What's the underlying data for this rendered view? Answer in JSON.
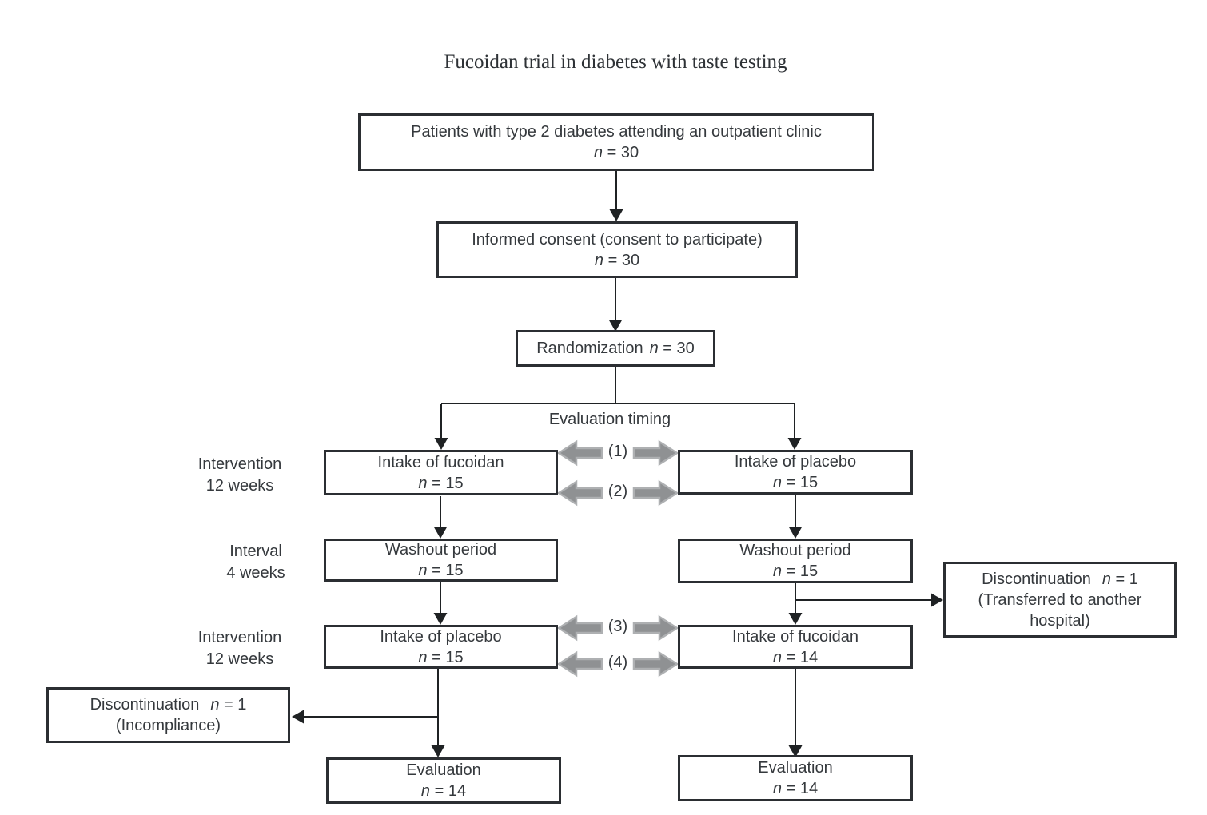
{
  "title": "Fucoidan trial in diabetes with taste testing",
  "labels": {
    "n": "n",
    "evaluation_timing": "Evaluation timing",
    "timing_markers": [
      "(1)",
      "(2)",
      "(3)",
      "(4)"
    ],
    "side": [
      {
        "line1": "Intervention",
        "line2": "12 weeks"
      },
      {
        "line1": "Interval",
        "line2": "4 weeks"
      },
      {
        "line1": "Intervention",
        "line2": "12 weeks"
      }
    ]
  },
  "boxes": {
    "patients": {
      "text": "Patients with type 2 diabetes attending an outpatient clinic",
      "n_eq": " = 30"
    },
    "consent": {
      "text": "Informed consent (consent to participate)",
      "n_eq": " = 30"
    },
    "randomization": {
      "text": "Randomization",
      "n_eq": " = 30"
    },
    "intake_fucoidan_1": {
      "text": "Intake of fucoidan",
      "n_eq": " = 15"
    },
    "intake_placebo_1": {
      "text": "Intake of placebo",
      "n_eq": " = 15"
    },
    "washout_left": {
      "text": "Washout period",
      "n_eq": " = 15"
    },
    "washout_right": {
      "text": "Washout period",
      "n_eq": " = 15"
    },
    "intake_placebo_2": {
      "text": "Intake of placebo",
      "n_eq": " = 15"
    },
    "intake_fucoidan_2": {
      "text": "Intake of fucoidan",
      "n_eq": " = 14"
    },
    "discontinuation_right": {
      "text": "Discontinuation",
      "n_eq": " = 1",
      "reason": "(Transferred to another hospital)"
    },
    "discontinuation_left": {
      "text": "Discontinuation",
      "n_eq": " = 1",
      "reason": "(Incompliance)"
    },
    "evaluation_left": {
      "text": "Evaluation",
      "n_eq": " = 14"
    },
    "evaluation_right": {
      "text": "Evaluation",
      "n_eq": " = 14"
    }
  },
  "colors": {
    "box_border": "#2b2e32",
    "text": "#35393d",
    "connector": "#1f2224",
    "block_arrow_fill": "#8f9193",
    "block_arrow_stroke": "#aeb0b2",
    "background": "#ffffff"
  }
}
